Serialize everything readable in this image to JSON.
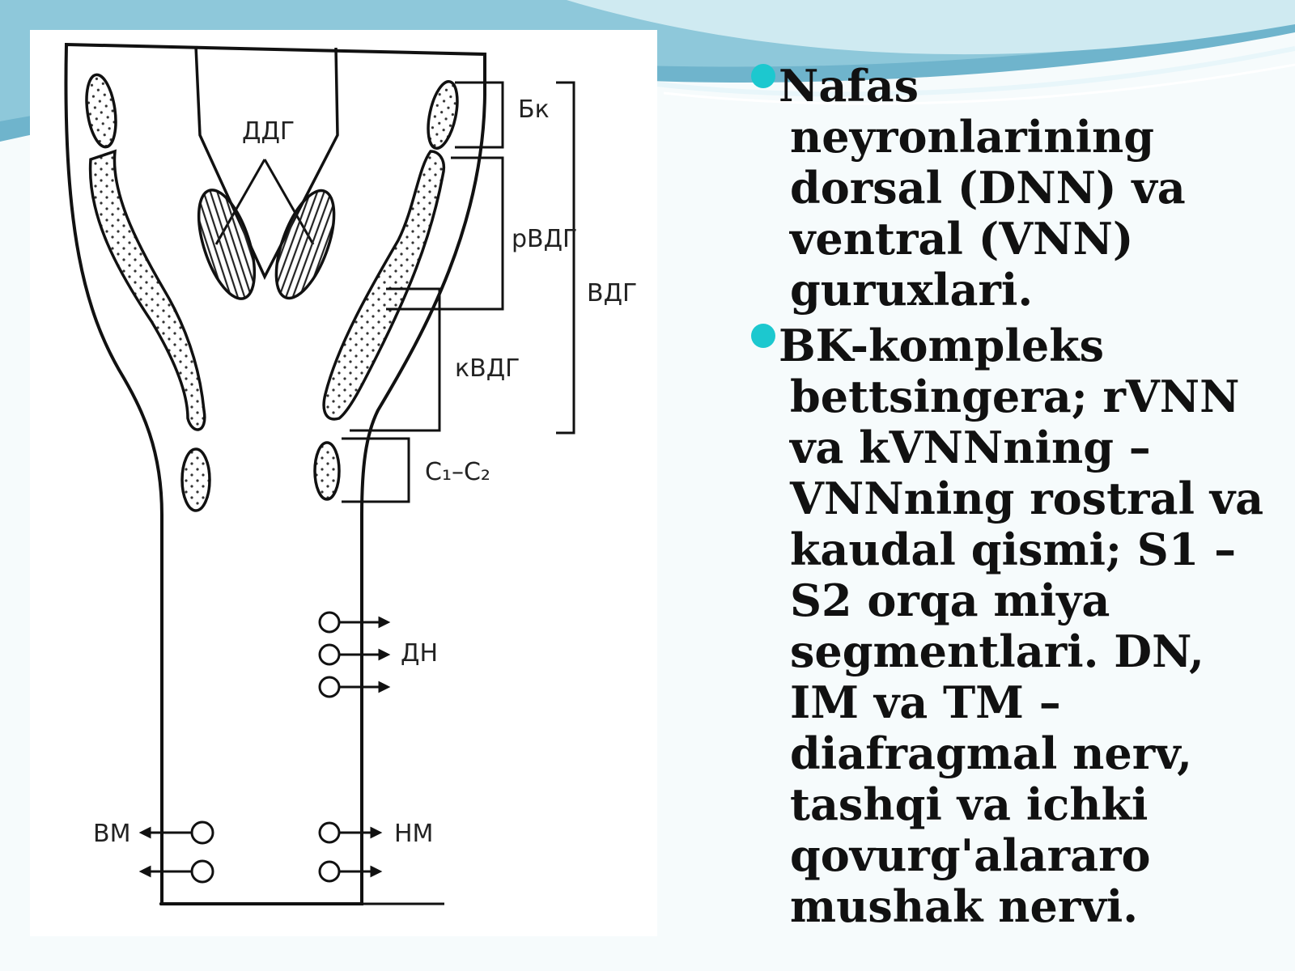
{
  "theme": {
    "accent": "#1cc8cf",
    "wave_dark": "#5aa9c4",
    "wave_light": "#bfe3ec",
    "text": "#111111"
  },
  "diagram": {
    "labels": {
      "ddg": "ДДГ",
      "bk": "Бк",
      "rvdg": "рВДГ",
      "vdg": "ВДГ",
      "kvdg": "кВДГ",
      "c1c2": "C₁–C₂",
      "dn": "ДН",
      "vm": "ВМ",
      "nm": "НМ"
    }
  },
  "bullets": [
    {
      "icon": "bullet-dot",
      "text": "Nafas neyronlarining dorsal (DNN) va ventral (VNN) guruxlari."
    },
    {
      "icon": "bullet-dot",
      "text": "BK-kompleks bettsingera; rVNN va kVNNning – VNNning rostral va kaudal qismi; S1 – S2 orqa miya segmentlari. DN, IM va TM – diafragmal nerv, tashqi va ichki qovurg'alararo mushak nervi."
    }
  ]
}
